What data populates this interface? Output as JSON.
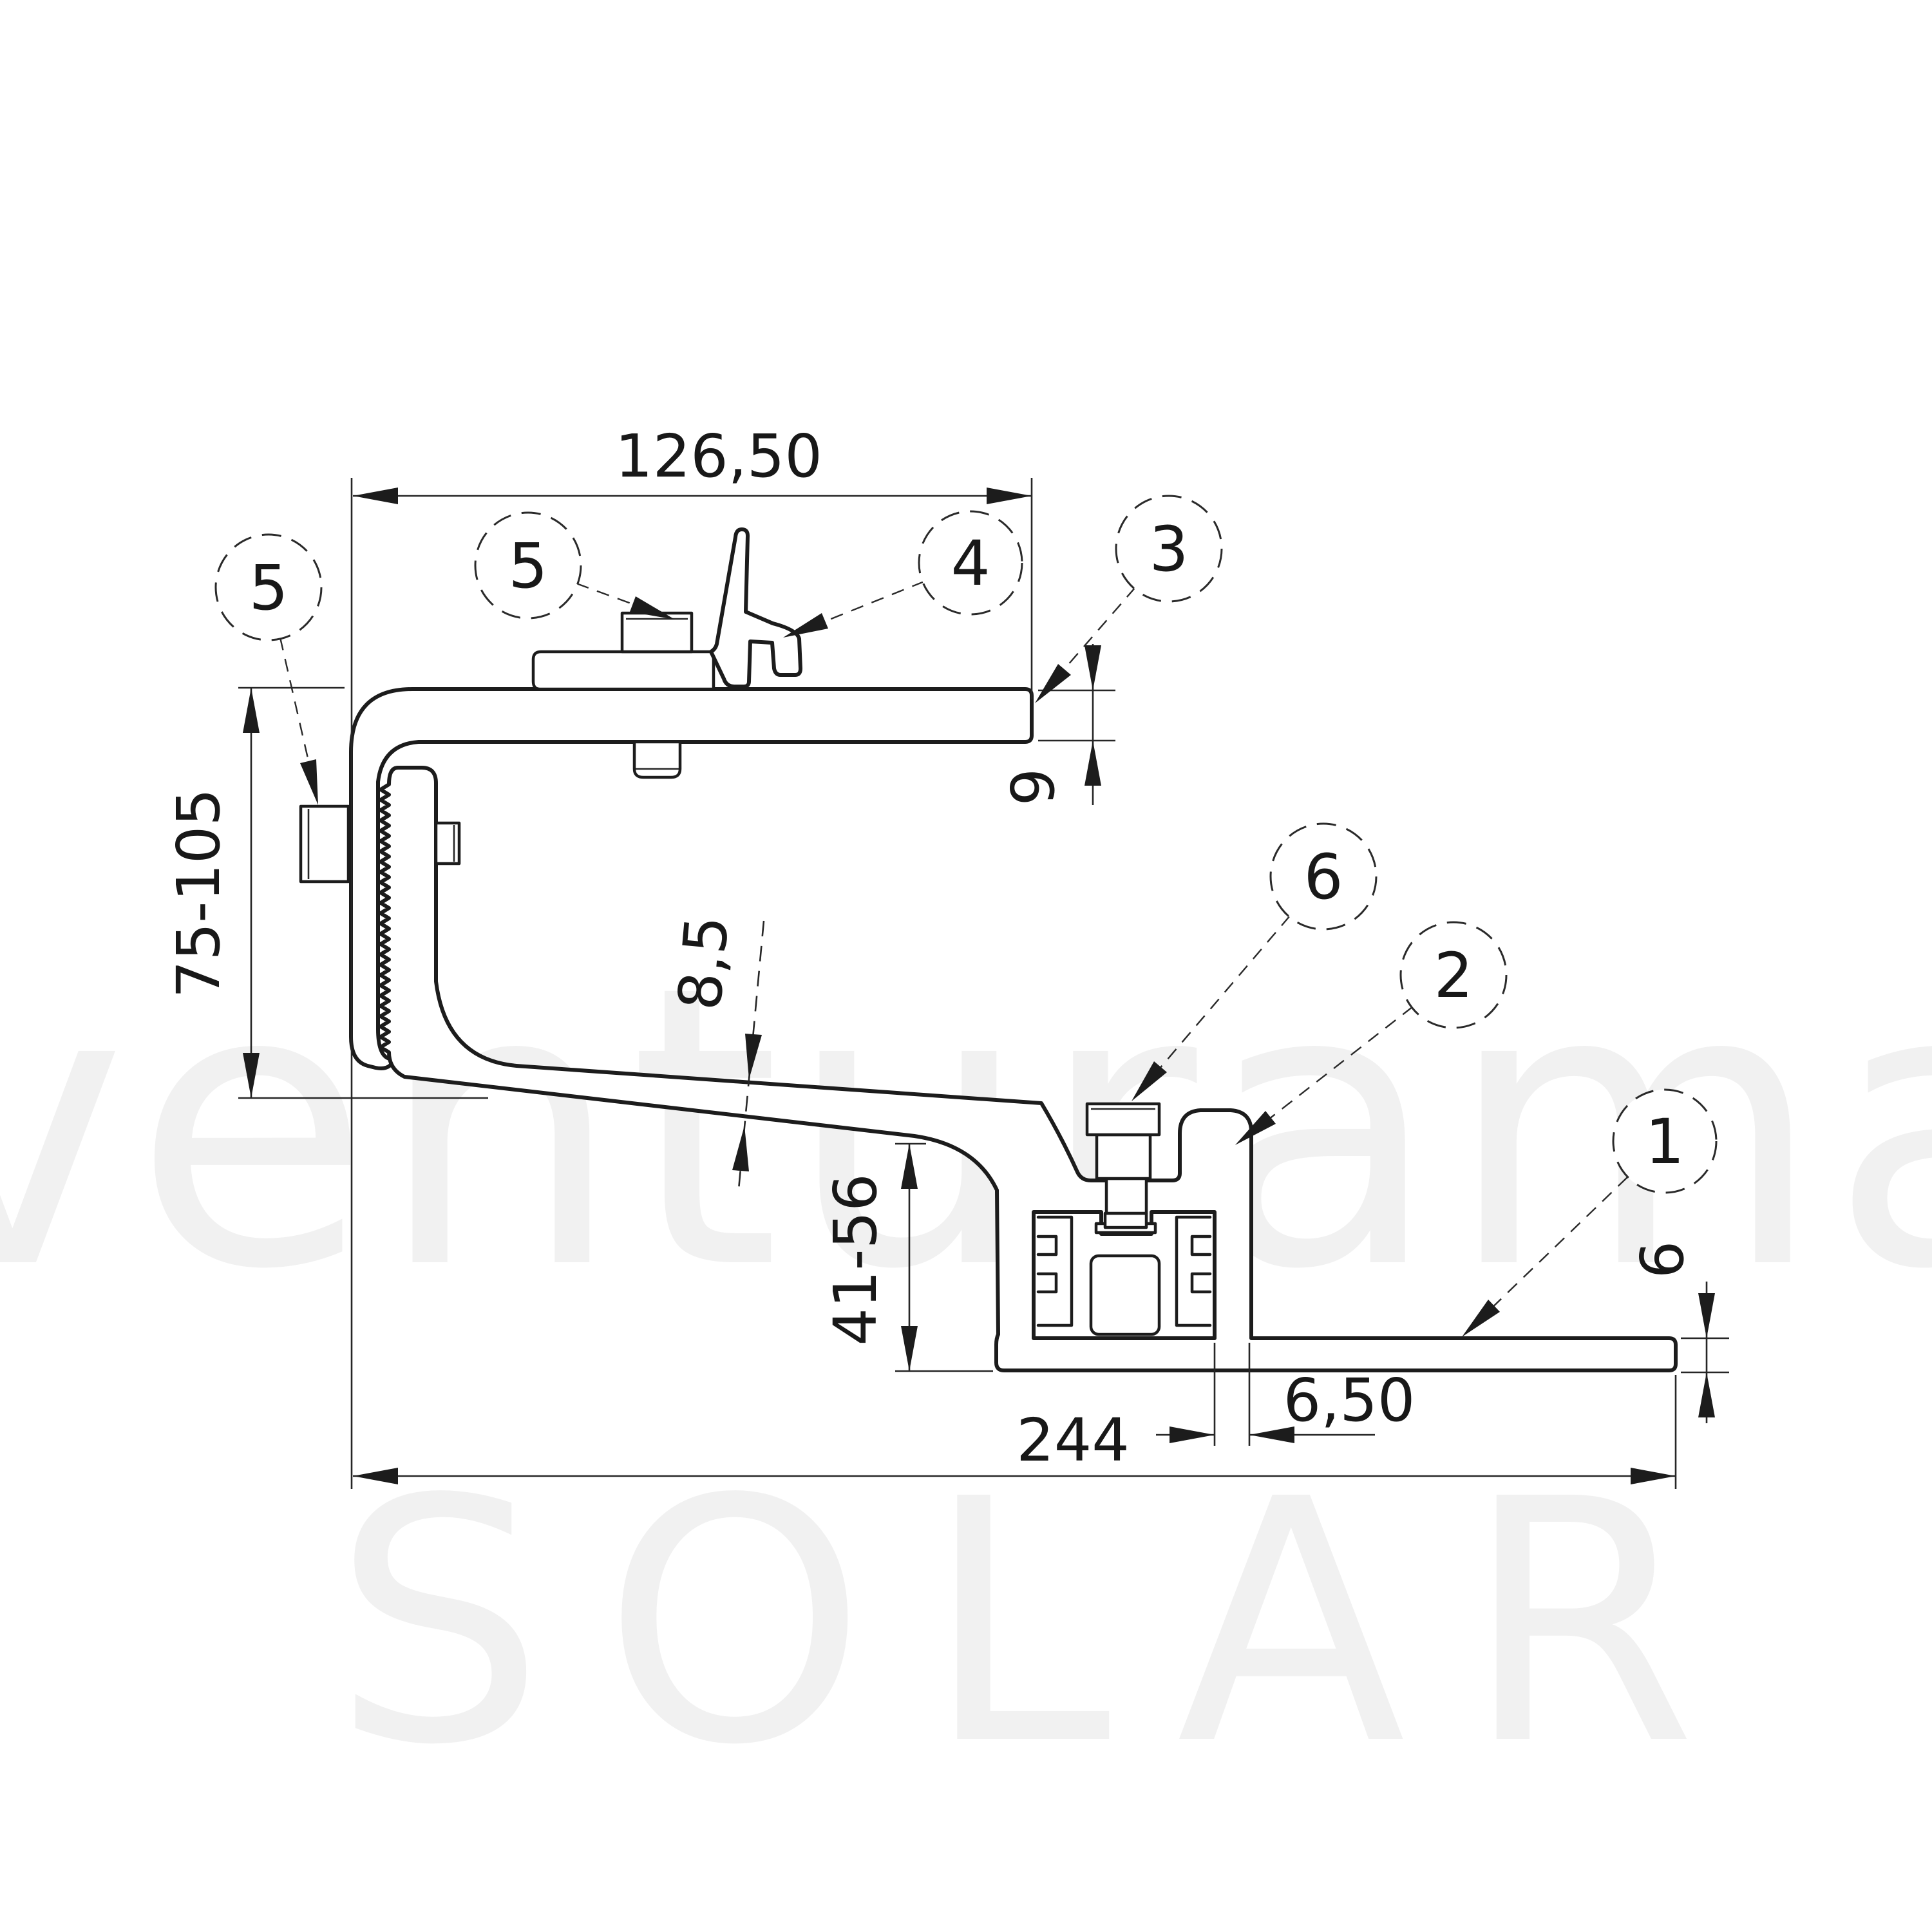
{
  "drawing": {
    "type": "technical-section-drawing",
    "subject": "adjustable roof hook bracket with mounting rail",
    "colors": {
      "line": "#1c1c1c",
      "background": "#ffffff",
      "watermark": "#f1f1f1"
    },
    "watermark": {
      "line1": "venturama",
      "line2": "SOLAR"
    },
    "callouts": {
      "item1": "1",
      "item2": "2",
      "item3": "3",
      "item4": "4",
      "item5_top": "5",
      "item5_left": "5",
      "item6": "6"
    },
    "dimensions": {
      "top_width": "126,50",
      "hook_height_range": "75-105",
      "top_arm_thickness": "9",
      "lower_arm_thickness": "8,5",
      "clamp_height_range": "41-56",
      "rail_gap": "6,50",
      "overall_length": "244",
      "base_thickness": "6"
    }
  }
}
